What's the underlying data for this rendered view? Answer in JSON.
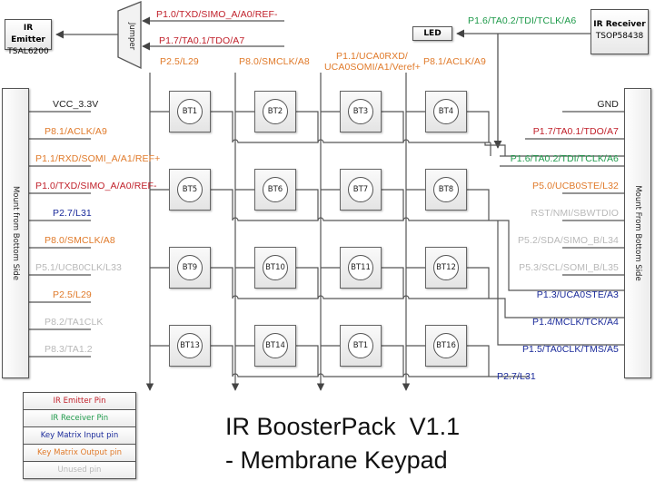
{
  "title": {
    "line1": "IR BoosterPack  V1.1",
    "line2": "- Membrane Keypad"
  },
  "components": {
    "ir_emitter": {
      "name": "IR Emitter",
      "part": "TSAL6200"
    },
    "ir_receiver": {
      "name": "IR Receiver",
      "part": "TSOP58438"
    },
    "led": {
      "name": "LED"
    },
    "jumper": {
      "name": "Jumper"
    }
  },
  "top_signals": {
    "emitter_pin_a": "P1.0/TXD/SIMO_A/A0/REF-",
    "emitter_pin_b": "P1.7/TA0.1/TDO/A7",
    "receiver_pin": "P1.6/TA0.2/TDI/TCLK/A6"
  },
  "column_pins": [
    {
      "label": "P2.5/L29",
      "color": "orange"
    },
    {
      "label": "P8.0/SMCLK/A8",
      "color": "orange"
    },
    {
      "label": "P1.1/UCA0RXD/\nUCA0SOMI/A1/Veref+",
      "line1": "P1.1/UCA0RXD/",
      "line2": "UCA0SOMI/A1/Veref+",
      "color": "orange"
    },
    {
      "label": "P8.1/ACLK/A9",
      "color": "orange"
    }
  ],
  "buttons": [
    "BT1",
    "BT2",
    "BT3",
    "BT4",
    "BT5",
    "BT6",
    "BT7",
    "BT8",
    "BT9",
    "BT10",
    "BT11",
    "BT12",
    "BT13",
    "BT14",
    "BT1",
    "BT16"
  ],
  "left_header": {
    "mount_label": "Mount from Bottom Side",
    "pins": [
      {
        "label": "VCC_3.3V",
        "color": "black"
      },
      {
        "label": "P8.1/ACLK/A9",
        "color": "orange"
      },
      {
        "label": "P1.1/RXD/SOMI_A/A1/REF+",
        "color": "orange"
      },
      {
        "label": "P1.0/TXD/SIMO_A/A0/REF-",
        "color": "red"
      },
      {
        "label": "P2.7/L31",
        "color": "blue"
      },
      {
        "label": "P8.0/SMCLK/A8",
        "color": "orange"
      },
      {
        "label": "P5.1/UCB0CLK/L33",
        "color": "gray"
      },
      {
        "label": "P2.5/L29",
        "color": "orange"
      },
      {
        "label": "P8.2/TA1CLK",
        "color": "gray"
      },
      {
        "label": "P8.3/TA1.2",
        "color": "gray"
      }
    ]
  },
  "right_header": {
    "mount_label": "Mount From Bottom Side",
    "pins": [
      {
        "label": "GND",
        "color": "black"
      },
      {
        "label": "P1.7/TA0.1/TDO/A7",
        "color": "red"
      },
      {
        "label": "P1.6/TA0.2/TDI/TCLK/A6",
        "color": "green"
      },
      {
        "label": "P5.0/UCB0STE/L32",
        "color": "orange"
      },
      {
        "label": "RST/NMI/SBWTDIO",
        "color": "gray"
      },
      {
        "label": "P5.2/SDA/SIMO_B/L34",
        "color": "gray"
      },
      {
        "label": "P5.3/SCL/SOMI_B/L35",
        "color": "gray"
      },
      {
        "label": "P1.3/UCA0STE/A3",
        "color": "blue"
      },
      {
        "label": "P1.4/MCLK/TCK/A4",
        "color": "blue"
      },
      {
        "label": "P1.5/TA0CLK/TMS/A5",
        "color": "blue"
      }
    ]
  },
  "row_extra_label": {
    "label": "P2.7/L31",
    "color": "blue"
  },
  "legend": [
    {
      "label": "IR Emitter Pin",
      "color": "red"
    },
    {
      "label": "IR Receiver Pin",
      "color": "green"
    },
    {
      "label": "Key Matrix Input pin",
      "color": "blue"
    },
    {
      "label": "Key Matrix Output pin",
      "color": "orange"
    },
    {
      "label": "Unused pin",
      "color": "gray"
    }
  ],
  "colors": {
    "red": "#c0202a",
    "green": "#1e9a4a",
    "blue": "#1a2a9a",
    "orange": "#e07a2a",
    "gray": "#b8b8b8",
    "wire": "#555555"
  }
}
